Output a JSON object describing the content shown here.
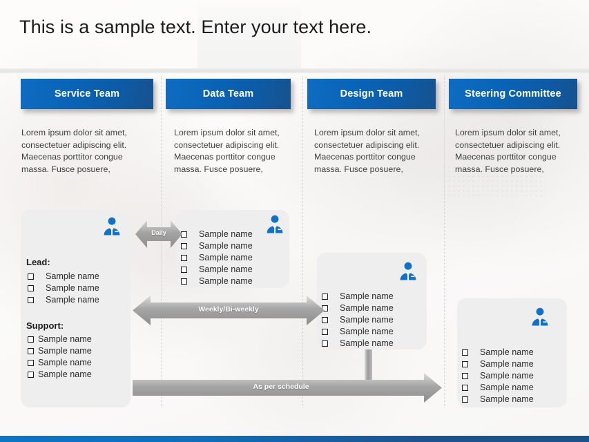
{
  "slide": {
    "title": "This is a sample text. Enter your text here.",
    "accent_blue": "#0d66b5",
    "banner_gradient_from": "#0e6cc0",
    "banner_gradient_to": "#17528f",
    "card_fill": "#eeeeee",
    "arrow_grey": "#a7a7a7",
    "icon_blue": "#1170c8",
    "background": "#fdfcfb"
  },
  "columns": [
    {
      "banner_label": "Service Team",
      "description": "Lorem ipsum dolor sit amet, consectetuer adipiscing elit. Maecenas porttitor congue massa. Fusce posuere,"
    },
    {
      "banner_label": "Data Team",
      "description": "Lorem ipsum dolor sit amet, consectetuer adipiscing elit. Maecenas porttitor congue massa. Fusce posuere,"
    },
    {
      "banner_label": "Design Team",
      "description": "Lorem ipsum dolor sit amet, consectetuer adipiscing elit. Maecenas porttitor congue massa. Fusce posuere,"
    },
    {
      "banner_label": "Steering Committee",
      "description": "Lorem ipsum dolor sit amet, consectetuer adipiscing elit. Maecenas porttitor congue massa. Fusce posuere,"
    }
  ],
  "cards": {
    "service": {
      "icon": "businessperson-icon",
      "lead_heading": "Lead:",
      "lead_items": [
        "Sample name",
        "Sample name",
        "Sample name"
      ],
      "support_heading": "Support:",
      "support_items": [
        "Sample name",
        "Sample name",
        "Sample name",
        "Sample name"
      ]
    },
    "data": {
      "icon": "businessperson-icon",
      "items": [
        "Sample name",
        "Sample name",
        "Sample name",
        "Sample name",
        "Sample name"
      ]
    },
    "design": {
      "icon": "businessperson-icon",
      "items": [
        "Sample name",
        "Sample name",
        "Sample name",
        "Sample name",
        "Sample name"
      ]
    },
    "steering": {
      "icon": "businessperson-icon",
      "items": [
        "Sample name",
        "Sample name",
        "Sample name",
        "Sample name",
        "Sample name"
      ]
    }
  },
  "arrows": [
    {
      "id": "daily",
      "label": "Daily",
      "direction": "double",
      "font_size": "9px"
    },
    {
      "id": "weekly-biweekly",
      "label": "Weekly/Bi-weekly",
      "direction": "double",
      "font_size": "10.5px"
    },
    {
      "id": "as-per-schedule",
      "label": "As per schedule",
      "direction": "right",
      "font_size": "10.5px"
    }
  ]
}
